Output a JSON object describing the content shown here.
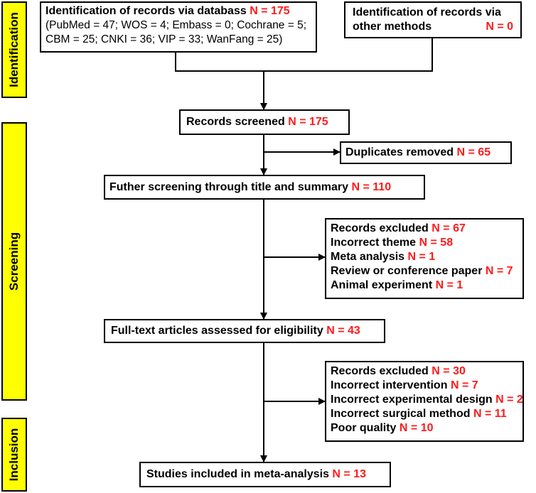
{
  "phases": {
    "identification": "Identification",
    "screening": "Screening",
    "inclusion": "Inclusion"
  },
  "boxes": {
    "identification_db": {
      "label": "Identification of records via databass",
      "n": "N = 175",
      "detail_line1": "(PubMed = 47; WOS = 4; Embass = 0; Cochrane = 5;",
      "detail_line2": "CBM = 25; CNKI = 36; VIP = 33; WanFang = 25)"
    },
    "identification_other": {
      "label_line1": "Identification of records via",
      "label_line2": "other methods",
      "n": "N = 0"
    },
    "records_screened": {
      "label": "Records screened",
      "n": "N = 175"
    },
    "duplicates_removed": {
      "label": "Duplicates removed",
      "n": "N = 65"
    },
    "further_screening": {
      "label": "Futher screening through title and summary",
      "n": "N = 110"
    },
    "excluded_1": {
      "items": [
        {
          "label": "Records excluded",
          "n": "N = 67"
        },
        {
          "label": "Incorrect theme",
          "n": "N = 58"
        },
        {
          "label": "Meta analysis",
          "n": "N = 1"
        },
        {
          "label": "Review or conference paper",
          "n": "N = 7"
        },
        {
          "label": "Animal experiment",
          "n": "N = 1"
        }
      ]
    },
    "full_text": {
      "label": "Full-text articles assessed for eligibility",
      "n": "N = 43"
    },
    "excluded_2": {
      "items": [
        {
          "label": "Records excluded",
          "n": "N = 30"
        },
        {
          "label": "Incorrect intervention",
          "n": "N = 7"
        },
        {
          "label": "Incorrect experimental design",
          "n": "N = 2"
        },
        {
          "label": "Incorrect surgical method",
          "n": "N = 11"
        },
        {
          "label": "Poor quality",
          "n": "N = 10"
        }
      ]
    },
    "included": {
      "label": "Studies included in meta-analysis",
      "n": "N = 13"
    }
  }
}
